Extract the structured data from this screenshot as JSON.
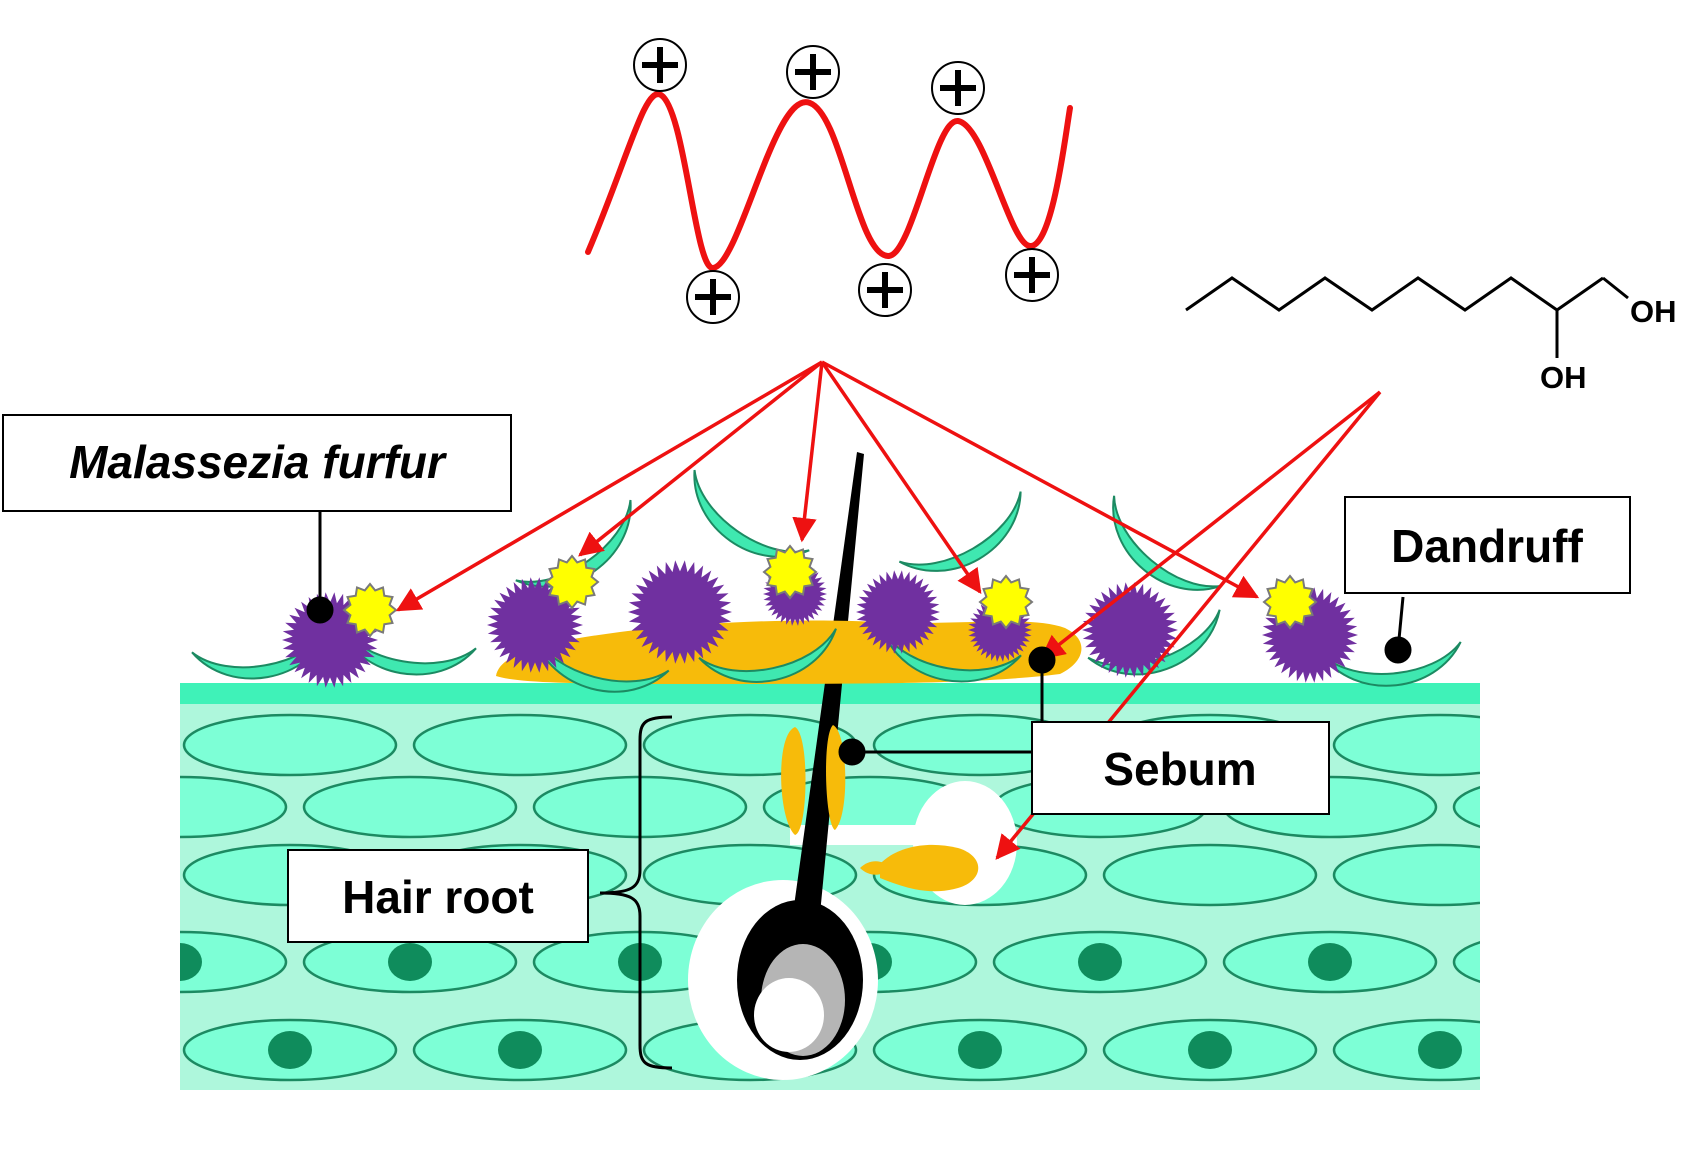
{
  "labels": {
    "malassezia": "Malassezia furfur",
    "dandruff": "Dandruff",
    "sebum": "Sebum",
    "hair_root": "Hair root"
  },
  "molecule": {
    "oh_terminal": "OH",
    "oh_side": "OH"
  },
  "polymer": {
    "charge_symbol": "+"
  },
  "colors": {
    "skin_fill": "#7dffd6",
    "skin_surface": "#3ff2b8",
    "skin_outline": "#1c8a62",
    "nucleus": "#0f8c5c",
    "sebum": "#f7bb0a",
    "fungus": "#7030a0",
    "flake": "#3fe8b0",
    "spark": "#ffff00",
    "arrow": "#ee1111",
    "polymer_wave": "#ee1111"
  }
}
